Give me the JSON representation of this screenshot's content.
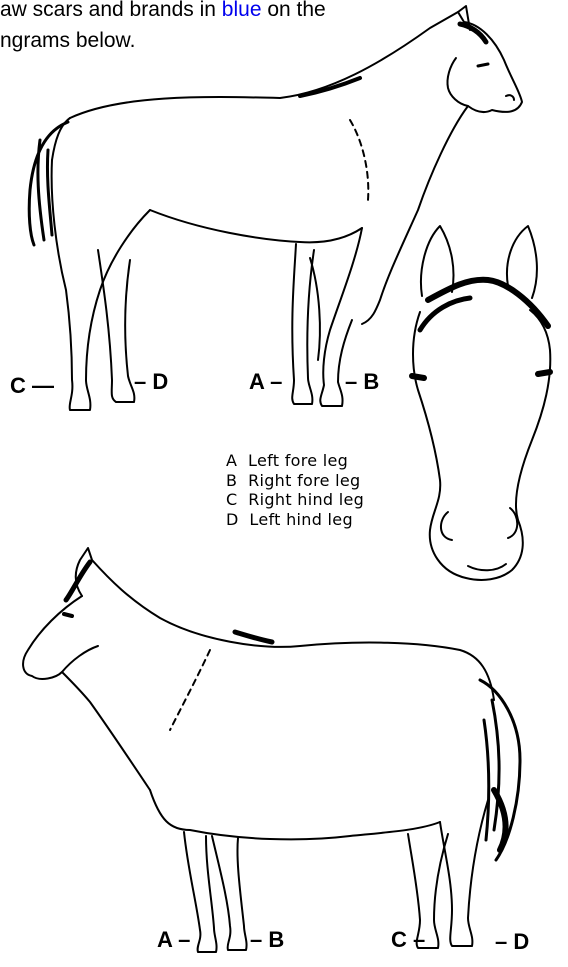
{
  "instructions": {
    "line1_a": "aw scars and brands in ",
    "line1_blue": "blue",
    "line1_b": " on the",
    "line2": "ngrams below."
  },
  "colors": {
    "blue_text": "#0000ee",
    "ink": "#000000"
  },
  "leg_letters": {
    "top_horse": {
      "C": "C —",
      "D": "– D",
      "A": "A –",
      "B": "– B"
    },
    "bottom_horse": {
      "A": "A –",
      "B": "– B",
      "C": "C –",
      "D": "– D"
    }
  },
  "legend": [
    {
      "letter": "A",
      "label": "Left fore leg"
    },
    {
      "letter": "B",
      "label": "Right fore leg"
    },
    {
      "letter": "C",
      "label": "Right hind leg"
    },
    {
      "letter": "D",
      "label": "Left hind leg"
    }
  ],
  "figures": [
    "horse-right-side-diagram",
    "horse-head-front-diagram",
    "horse-left-side-diagram"
  ]
}
